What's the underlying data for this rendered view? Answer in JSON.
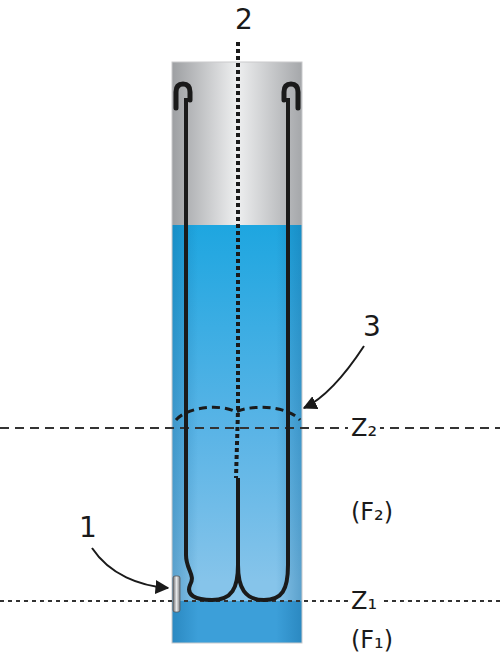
{
  "diagram": {
    "labels": [
      "2",
      "3",
      "1",
      "Z₂",
      "(F₂)",
      "Z₁",
      "(F₁)"
    ]
  }
}
